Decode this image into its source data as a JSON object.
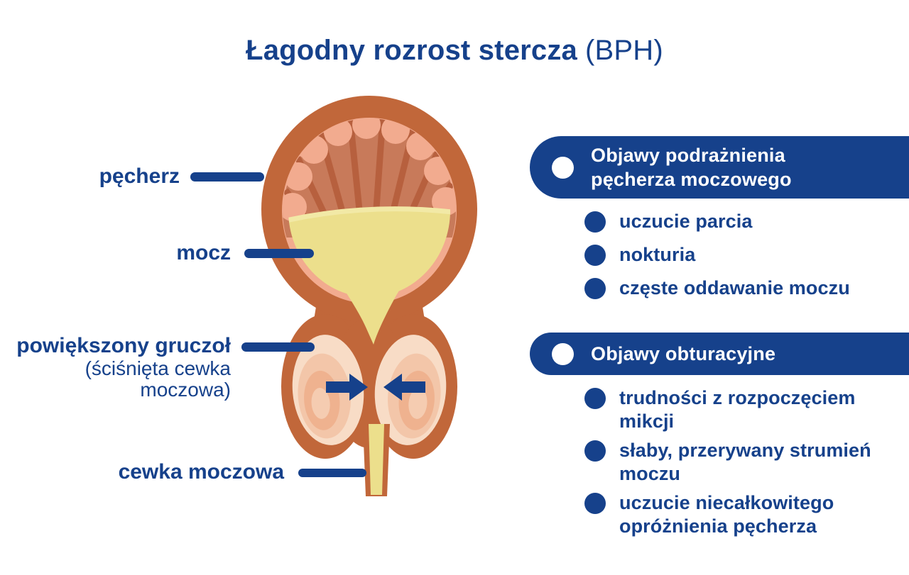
{
  "title": {
    "main": "Łagodny rozrost stercza",
    "suffix": "(BPH)"
  },
  "anatomy": {
    "labels": {
      "bladder": "pęcherz",
      "urine": "mocz",
      "gland": "powiększony gruczoł",
      "gland_sub": "(ściśnięta cewka\nmoczowa)",
      "urethra": "cewka moczowa"
    }
  },
  "sections": [
    {
      "header": "Objawy podrażnienia\npęcherza moczowego",
      "items": [
        "uczucie parcia",
        "nokturia",
        "częste oddawanie moczu"
      ]
    },
    {
      "header": "Objawy obturacyjne",
      "items": [
        "trudności z rozpoczęciem\nmikcji",
        "słaby, przerywany strumień\nmoczu",
        "uczucie niecałkowitego\nopróżnienia pęcherza"
      ]
    }
  ],
  "colors": {
    "navy": "#16418B",
    "white": "#FFFFFF",
    "terracotta": "#C1673A",
    "salmon": "#F2AB8F",
    "brick": "#C87A5A",
    "spoke": "#B7603E",
    "urine_yellow": "#ECDF8C",
    "urine_highlight": "#F2E9A6",
    "lobe_outer": "#F8DCC6",
    "lobe_mid": "#F3C6A9",
    "lobe_inner": "#EFB28F",
    "lobe_core": "#F5CCB1"
  }
}
